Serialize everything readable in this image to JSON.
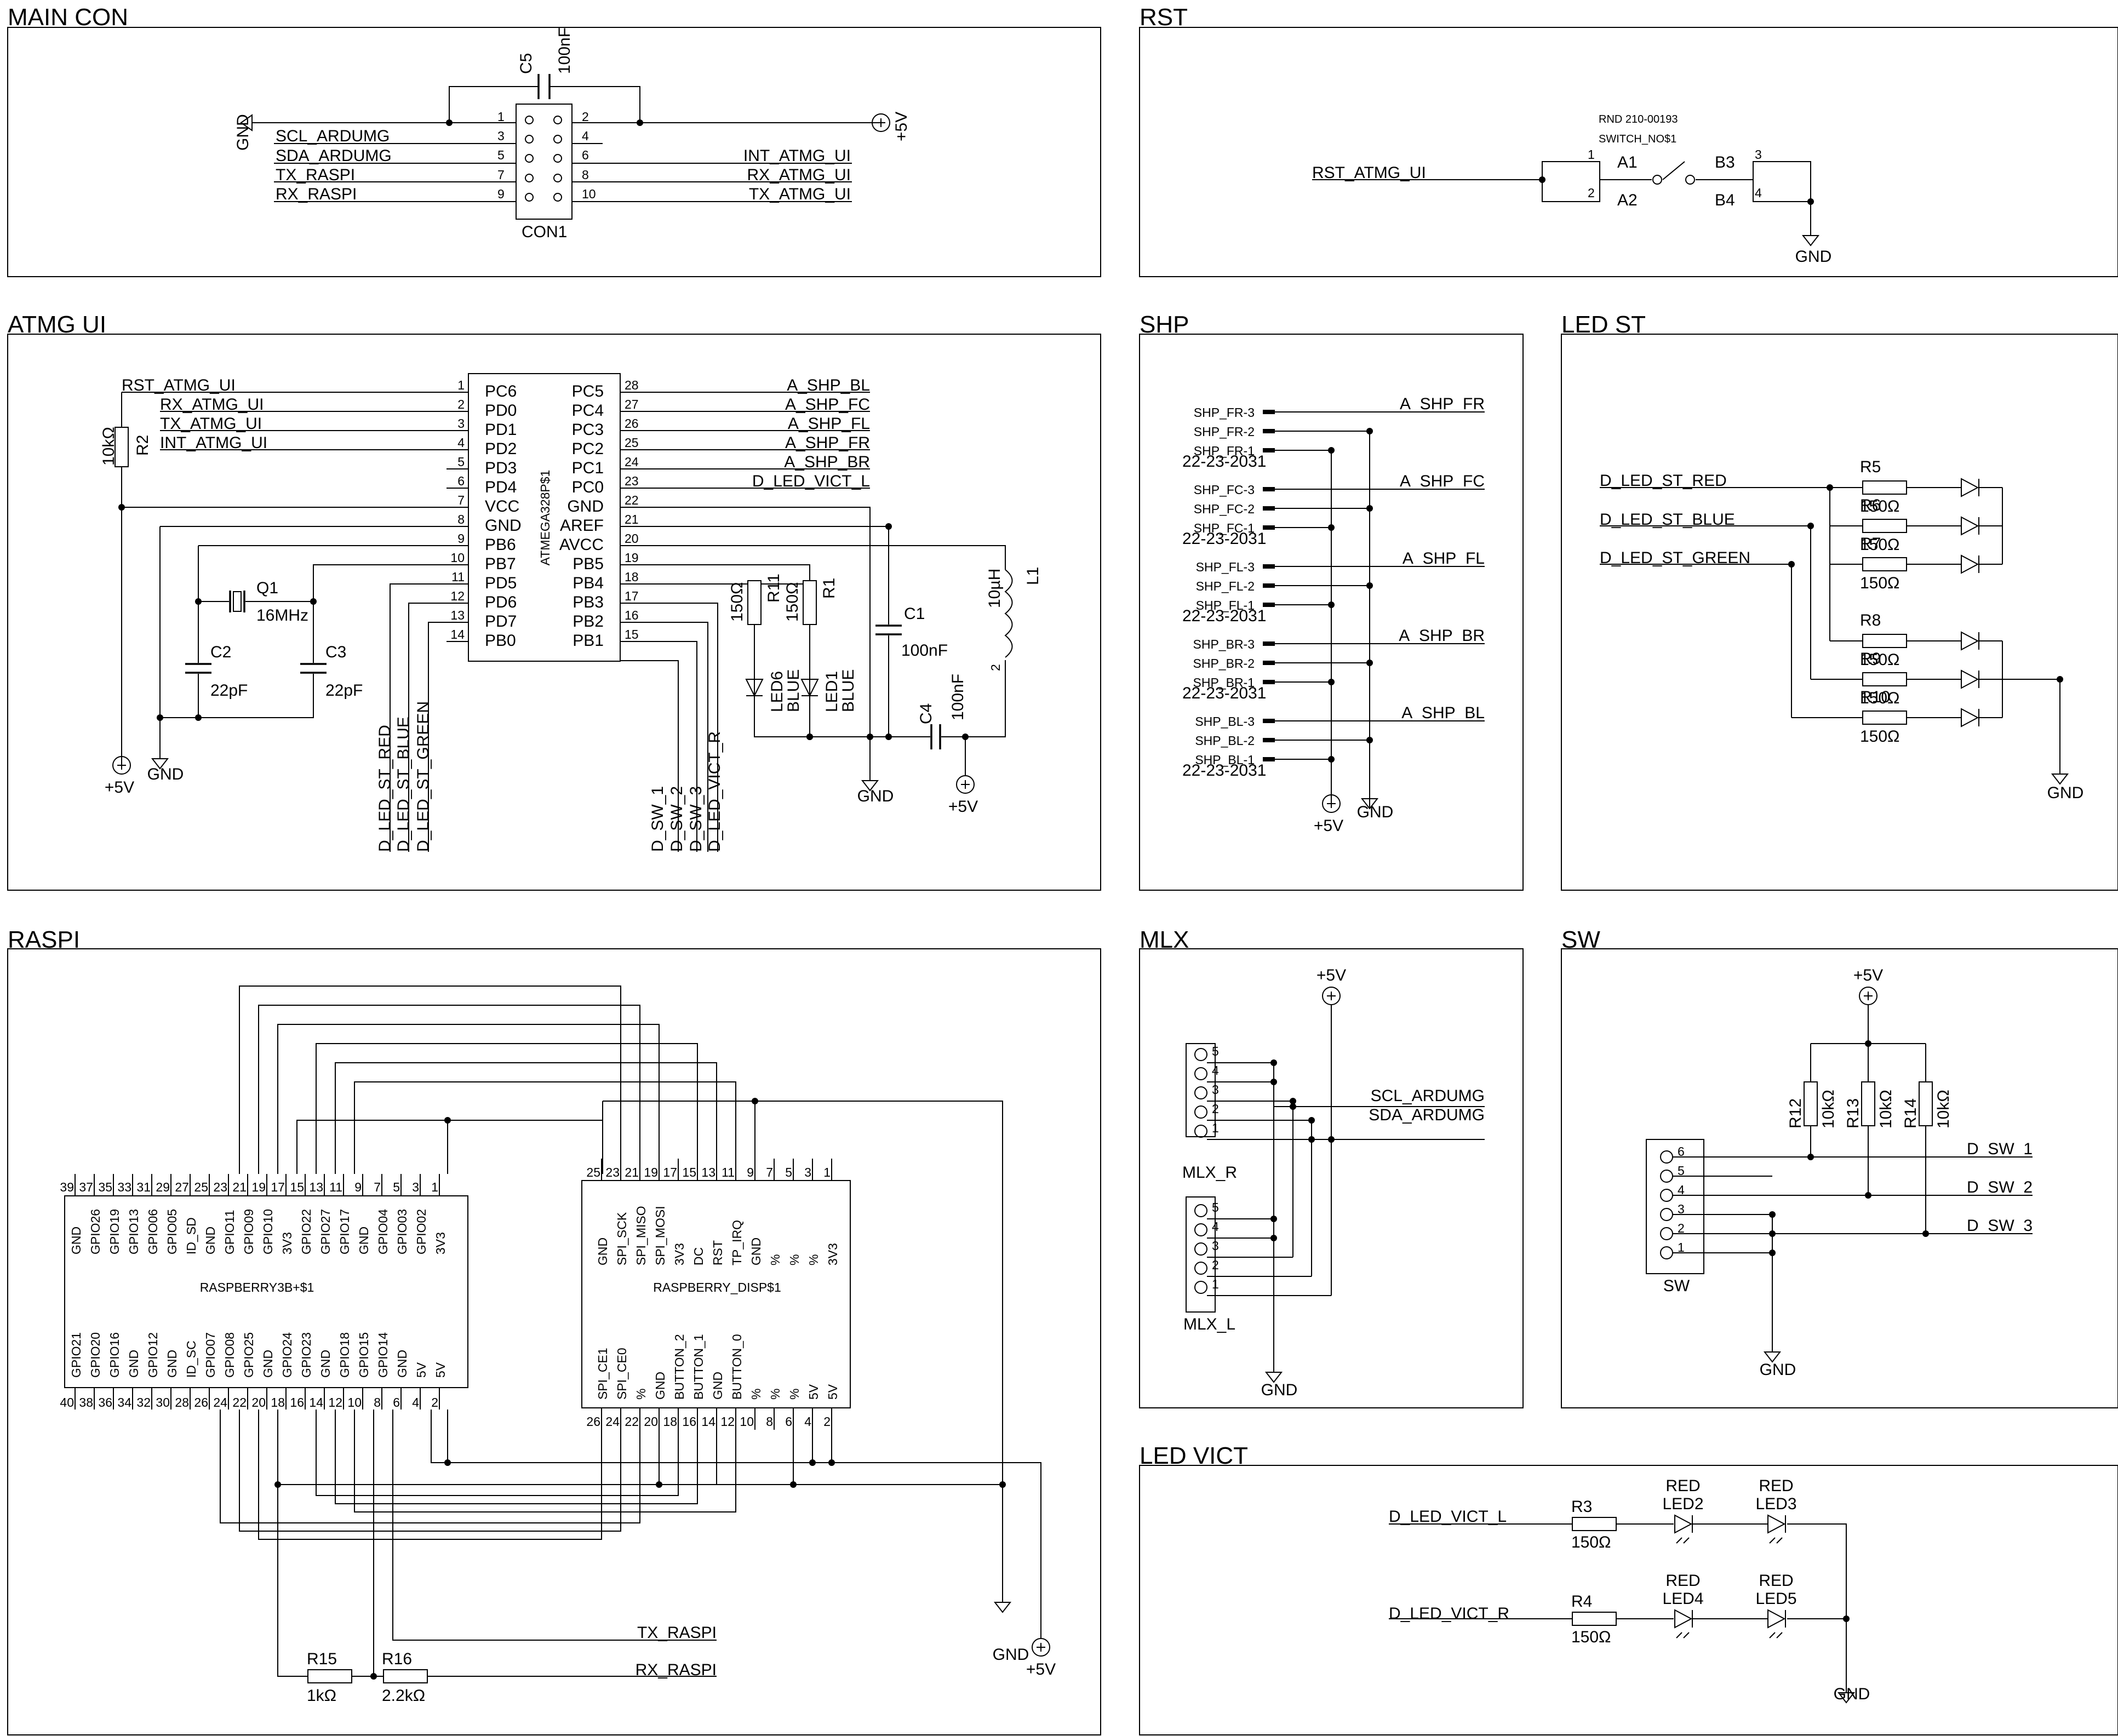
{
  "sheets": {
    "main_con": {
      "title": "MAIN CON"
    },
    "rst": {
      "title": "RST"
    },
    "atmg_ui": {
      "title": "ATMG UI"
    },
    "shp": {
      "title": "SHP"
    },
    "led_st": {
      "title": "LED ST"
    },
    "raspi": {
      "title": "RASPI"
    },
    "mlx": {
      "title": "MLX"
    },
    "sw": {
      "title": "SW"
    },
    "led_vict": {
      "title": "LED VICT"
    }
  },
  "main_con": {
    "connector": "CON1",
    "cap_name": "C5",
    "cap_value": "100nF",
    "gnd": "GND",
    "vcc": "+5V",
    "left_nets": [
      "SCL_ARDUMG",
      "SDA_ARDUMG",
      "TX_RASPI",
      "RX_RASPI"
    ],
    "right_nets": [
      "INT_ATMG_UI",
      "RX_ATMG_UI",
      "TX_ATMG_UI"
    ],
    "pins_left": [
      "1",
      "3",
      "5",
      "7",
      "9"
    ],
    "pins_right": [
      "2",
      "4",
      "6",
      "8",
      "10"
    ]
  },
  "rst": {
    "part": "RND 210-00193",
    "device": "SWITCH_NO$1",
    "net": "RST_ATMG_UI",
    "pin1": "1",
    "pin2": "2",
    "pin3": "3",
    "pin4": "4",
    "a1": "A1",
    "a2": "A2",
    "b3": "B3",
    "b4": "B4",
    "gnd": "GND"
  },
  "atmg": {
    "chip": "ATMEGA328P$1",
    "left_pins": [
      {
        "num": "1",
        "name": "PC6",
        "net": "RST_ATMG_UI"
      },
      {
        "num": "2",
        "name": "PD0",
        "net": "RX_ATMG_UI"
      },
      {
        "num": "3",
        "name": "PD1",
        "net": "TX_ATMG_UI"
      },
      {
        "num": "4",
        "name": "PD2",
        "net": "INT_ATMG_UI"
      },
      {
        "num": "5",
        "name": "PD3",
        "net": ""
      },
      {
        "num": "6",
        "name": "PD4",
        "net": ""
      },
      {
        "num": "7",
        "name": "VCC",
        "net": ""
      },
      {
        "num": "8",
        "name": "GND",
        "net": ""
      },
      {
        "num": "9",
        "name": "PB6",
        "net": ""
      },
      {
        "num": "10",
        "name": "PB7",
        "net": ""
      },
      {
        "num": "11",
        "name": "PD5",
        "net": ""
      },
      {
        "num": "12",
        "name": "PD6",
        "net": ""
      },
      {
        "num": "13",
        "name": "PD7",
        "net": ""
      },
      {
        "num": "14",
        "name": "PB0",
        "net": ""
      }
    ],
    "right_pins": [
      {
        "num": "28",
        "name": "PC5",
        "net": "A_SHP_BL"
      },
      {
        "num": "27",
        "name": "PC4",
        "net": "A_SHP_FC"
      },
      {
        "num": "26",
        "name": "PC3",
        "net": "A_SHP_FL"
      },
      {
        "num": "25",
        "name": "PC2",
        "net": "A_SHP_FR"
      },
      {
        "num": "24",
        "name": "PC1",
        "net": "A_SHP_BR"
      },
      {
        "num": "23",
        "name": "PC0",
        "net": "D_LED_VICT_L"
      },
      {
        "num": "22",
        "name": "GND",
        "net": ""
      },
      {
        "num": "21",
        "name": "AREF",
        "net": ""
      },
      {
        "num": "20",
        "name": "AVCC",
        "net": ""
      },
      {
        "num": "19",
        "name": "PB5",
        "net": ""
      },
      {
        "num": "18",
        "name": "PB4",
        "net": ""
      },
      {
        "num": "17",
        "name": "PB3",
        "net": ""
      },
      {
        "num": "16",
        "name": "PB2",
        "net": ""
      },
      {
        "num": "15",
        "name": "PB1",
        "net": ""
      }
    ],
    "bottom_left_nets": [
      "D_LED_ST_RED",
      "D_LED_ST_BLUE",
      "D_LED_ST_GREEN"
    ],
    "bottom_right_nets": [
      "D_SW_1",
      "D_SW_2",
      "D_SW_3",
      "D_LED_VICT_R"
    ],
    "r2": "R2",
    "r2_val": "10kΩ",
    "q1": "Q1",
    "q1_val": "16MHz",
    "c2": "C2",
    "c2_val": "22pF",
    "c3": "C3",
    "c3_val": "22pF",
    "r11": "R11",
    "r11_val": "150Ω",
    "r1": "R1",
    "r1_val": "150Ω",
    "led6": "LED6",
    "led6_val": "BLUE",
    "led1": "LED1",
    "led1_val": "BLUE",
    "c1": "C1",
    "c1_val": "100nF",
    "c4": "C4",
    "c4_val": "100nF",
    "l1": "L1",
    "l1_val": "10µH",
    "l1_pin": "2",
    "vcc": "+5V",
    "gnd": "GND"
  },
  "shp": {
    "groups": [
      {
        "pins": [
          "SHP_FR-3",
          "SHP_FR-2",
          "SHP_FR-1"
        ],
        "part": "22-23-2031",
        "net": "A_SHP_FR"
      },
      {
        "pins": [
          "SHP_FC-3",
          "SHP_FC-2",
          "SHP_FC-1"
        ],
        "part": "22-23-2031",
        "net": "A_SHP_FC"
      },
      {
        "pins": [
          "SHP_FL-3",
          "SHP_FL-2",
          "SHP_FL-1"
        ],
        "part": "22-23-2031",
        "net": "A_SHP_FL"
      },
      {
        "pins": [
          "SHP_BR-3",
          "SHP_BR-2",
          "SHP_BR-1"
        ],
        "part": "22-23-2031",
        "net": "A_SHP_BR"
      },
      {
        "pins": [
          "SHP_BL-3",
          "SHP_BL-2",
          "SHP_BL-1"
        ],
        "part": "22-23-2031",
        "net": "A_SHP_BL"
      }
    ],
    "vcc": "+5V",
    "gnd": "GND"
  },
  "led_st": {
    "nets": [
      "D_LED_ST_RED",
      "D_LED_ST_BLUE",
      "D_LED_ST_GREEN"
    ],
    "resistors": [
      {
        "name": "R5",
        "value": "150Ω"
      },
      {
        "name": "R6",
        "value": "150Ω"
      },
      {
        "name": "R7",
        "value": "150Ω"
      },
      {
        "name": "R8",
        "value": "150Ω"
      },
      {
        "name": "R9",
        "value": "150Ω"
      },
      {
        "name": "R10",
        "value": "150Ω"
      }
    ],
    "gnd": "GND"
  },
  "raspi": {
    "rpi": "RASPBERRY3B+$1",
    "disp": "RASPBERRY_DISP$1",
    "rpi_top_nums": [
      "39",
      "37",
      "35",
      "33",
      "31",
      "29",
      "27",
      "25",
      "23",
      "21",
      "19",
      "17",
      "15",
      "13",
      "11",
      "9",
      "7",
      "5",
      "3",
      "1"
    ],
    "rpi_top_names": [
      "GND",
      "GPIO26",
      "GPIO19",
      "GPIO13",
      "GPIO06",
      "GPIO05",
      "ID_SD",
      "GND",
      "GPIO11",
      "GPIO09",
      "GPIO10",
      "3V3",
      "GPIO22",
      "GPIO27",
      "GPIO17",
      "GND",
      "GPIO04",
      "GPIO03",
      "GPIO02",
      "3V3"
    ],
    "rpi_bot_nums": [
      "40",
      "38",
      "36",
      "34",
      "32",
      "30",
      "28",
      "26",
      "24",
      "22",
      "20",
      "18",
      "16",
      "14",
      "12",
      "10",
      "8",
      "6",
      "4",
      "2"
    ],
    "rpi_bot_names": [
      "GPIO21",
      "GPIO20",
      "GPIO16",
      "GND",
      "GPIO12",
      "GND",
      "ID_SC",
      "GPIO07",
      "GPIO08",
      "GPIO25",
      "GND",
      "GPIO24",
      "GPIO23",
      "GND",
      "GPIO18",
      "GPIO15",
      "GPIO14",
      "GND",
      "5V",
      "5V"
    ],
    "disp_top_nums": [
      "25",
      "23",
      "21",
      "19",
      "17",
      "15",
      "13",
      "11",
      "9",
      "7",
      "5",
      "3",
      "1"
    ],
    "disp_top_names": [
      "GND",
      "SPI_SCK",
      "SPI_MISO",
      "SPI_MOSI",
      "3V3",
      "DC",
      "RST",
      "TP_IRQ",
      "GND",
      "%",
      "%",
      "%",
      "3V3"
    ],
    "disp_bot_nums": [
      "26",
      "24",
      "22",
      "20",
      "18",
      "16",
      "14",
      "12",
      "10",
      "8",
      "6",
      "4",
      "2"
    ],
    "disp_bot_names": [
      "SPI_CE1",
      "SPI_CE0",
      "%",
      "GND",
      "BUTTON_2",
      "BUTTON_1",
      "GND",
      "BUTTON_0",
      "%",
      "%",
      "%",
      "5V",
      "5V"
    ],
    "r15": "R15",
    "r15_val": "1kΩ",
    "r16": "R16",
    "r16_val": "2.2kΩ",
    "tx": "TX_RASPI",
    "rx": "RX_RASPI",
    "gnd": "GND",
    "vcc": "+5V"
  },
  "mlx": {
    "conn_r": "MLX_R",
    "conn_l": "MLX_L",
    "pins": [
      "5",
      "4",
      "3",
      "2",
      "1"
    ],
    "scl": "SCL_ARDUMG",
    "sda": "SDA_ARDUMG",
    "vcc": "+5V",
    "gnd": "GND"
  },
  "sw": {
    "conn": "SW",
    "pins": [
      "6",
      "5",
      "4",
      "3",
      "2",
      "1"
    ],
    "resistors": [
      {
        "name": "R12",
        "value": "10kΩ"
      },
      {
        "name": "R13",
        "value": "10kΩ"
      },
      {
        "name": "R14",
        "value": "10kΩ"
      }
    ],
    "nets": [
      "D_SW_1",
      "D_SW_2",
      "D_SW_3"
    ],
    "vcc": "+5V",
    "gnd": "GND"
  },
  "led_vict": {
    "net_l": "D_LED_VICT_L",
    "net_r": "D_LED_VICT_R",
    "r3": "R3",
    "r3_val": "150Ω",
    "r4": "R4",
    "r4_val": "150Ω",
    "leds": [
      {
        "name": "LED2",
        "color": "RED"
      },
      {
        "name": "LED3",
        "color": "RED"
      },
      {
        "name": "LED4",
        "color": "RED"
      },
      {
        "name": "LED5",
        "color": "RED"
      }
    ],
    "gnd": "GND"
  }
}
